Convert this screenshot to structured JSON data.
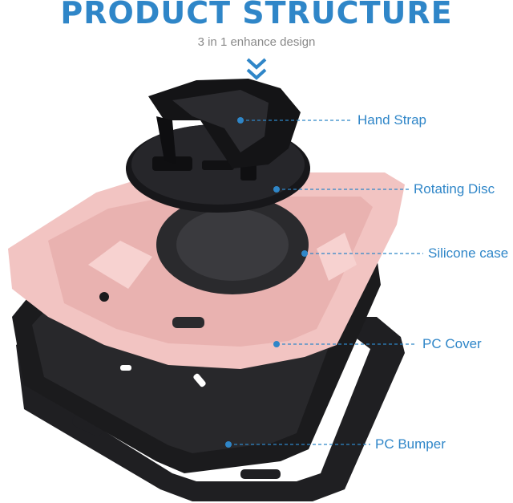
{
  "header": {
    "title": "PRODUCT STRUCTURE",
    "subtitle": "3 in 1 enhance design"
  },
  "callouts": [
    {
      "label": "Hand Strap"
    },
    {
      "label": "Rotating Disc"
    },
    {
      "label": "Silicone case"
    },
    {
      "label": "PC Cover"
    },
    {
      "label": "PC Bumper"
    }
  ],
  "colors": {
    "accent": "#2f86c8",
    "silicone": "#f2c4c2",
    "plastic": "#1d1d1f"
  },
  "icons": [
    "down-chevron-icon"
  ]
}
